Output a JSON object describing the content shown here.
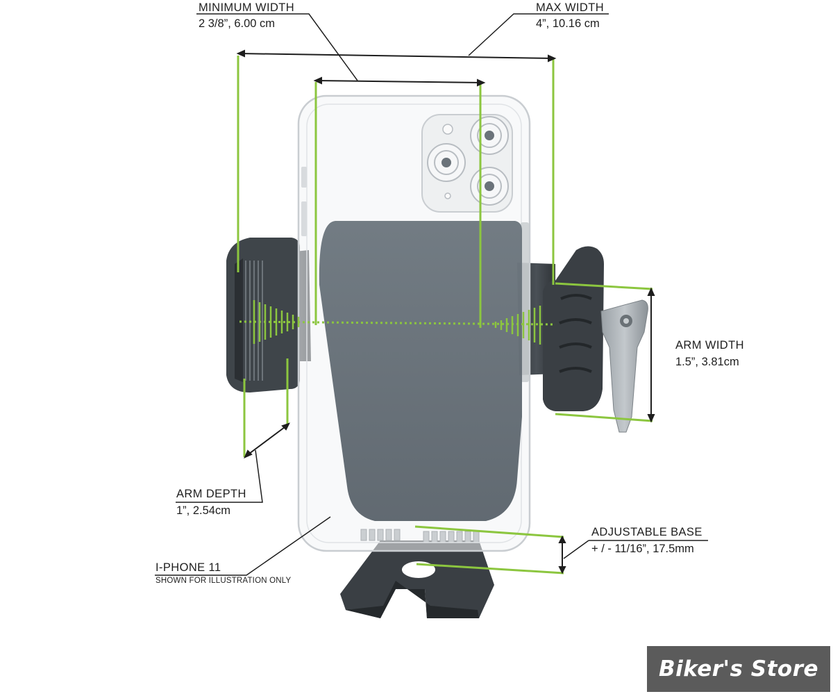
{
  "labels": {
    "min_width": {
      "title": "MINIMUM  WIDTH",
      "value": "2 3/8”, 6.00 cm"
    },
    "max_width": {
      "title": "MAX  WIDTH",
      "value": "4”, 10.16 cm"
    },
    "arm_width": {
      "title": "ARM WIDTH",
      "value": "1.5”,  3.81cm"
    },
    "arm_depth": {
      "title": "ARM DEPTH",
      "value": "1”,  2.54cm"
    },
    "adjustable_base": {
      "title": "ADJUSTABLE BASE",
      "value": "+ / - 11/16”, 17.5mm"
    },
    "iphone": {
      "title": "I-PHONE 11",
      "note": "SHOWN FOR ILLUSTRATION ONLY"
    }
  },
  "watermark": {
    "text": "Biker's Store"
  },
  "colors": {
    "dimension_green": "#8cc63f",
    "leader_line": "#1e1e1e",
    "cradle_pad": "#5f6870",
    "arm_dark": "#3a3e42",
    "watermark_bg": "#5b5b5b"
  }
}
